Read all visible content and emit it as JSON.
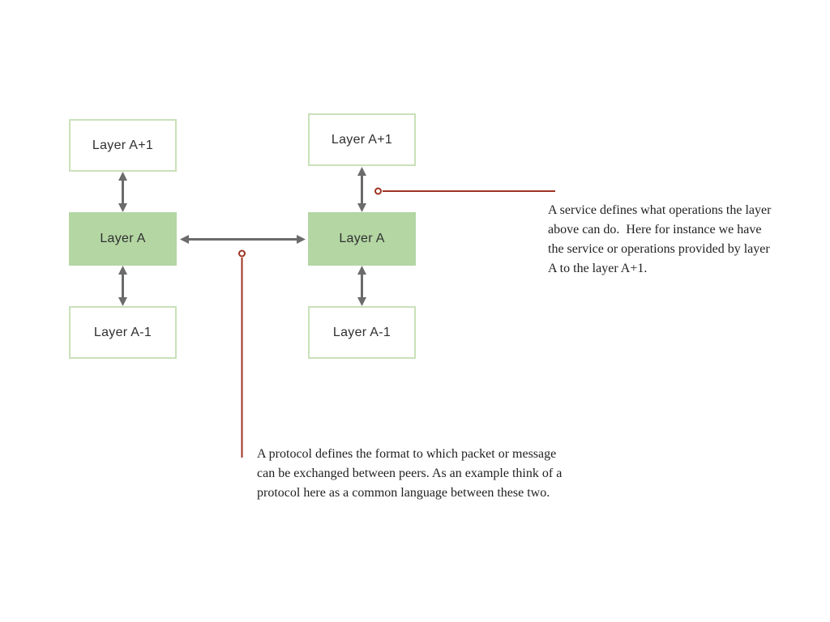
{
  "diagram": {
    "columns": [
      {
        "side": "left",
        "boxes": [
          {
            "label": "Layer A+1",
            "variant": "outline"
          },
          {
            "label": "Layer A",
            "variant": "filled"
          },
          {
            "label": "Layer A-1",
            "variant": "outline"
          }
        ]
      },
      {
        "side": "right",
        "boxes": [
          {
            "label": "Layer A+1",
            "variant": "outline"
          },
          {
            "label": "Layer A",
            "variant": "filled"
          },
          {
            "label": "Layer A-1",
            "variant": "outline"
          }
        ]
      }
    ],
    "callouts": [
      {
        "id": "service-note",
        "lines": [
          "A service defines what operations the layer",
          "above can do.  Here for instance we have",
          "the service or operations provided by layer",
          "A to the layer A+1."
        ]
      },
      {
        "id": "protocol-note",
        "lines": [
          "A protocol defines the format to which packet or message",
          "can be exchanged between peers. As an example think of a",
          "protocol here as a common language between these two."
        ]
      }
    ],
    "colors": {
      "box_fill_green": "#b3d6a3",
      "box_border_green": "#c9e1b9",
      "arrow_gray": "#6b6b6b",
      "callout_red": "#9c3321",
      "label_text": "#303030",
      "note_text": "#1f1f1f"
    }
  }
}
